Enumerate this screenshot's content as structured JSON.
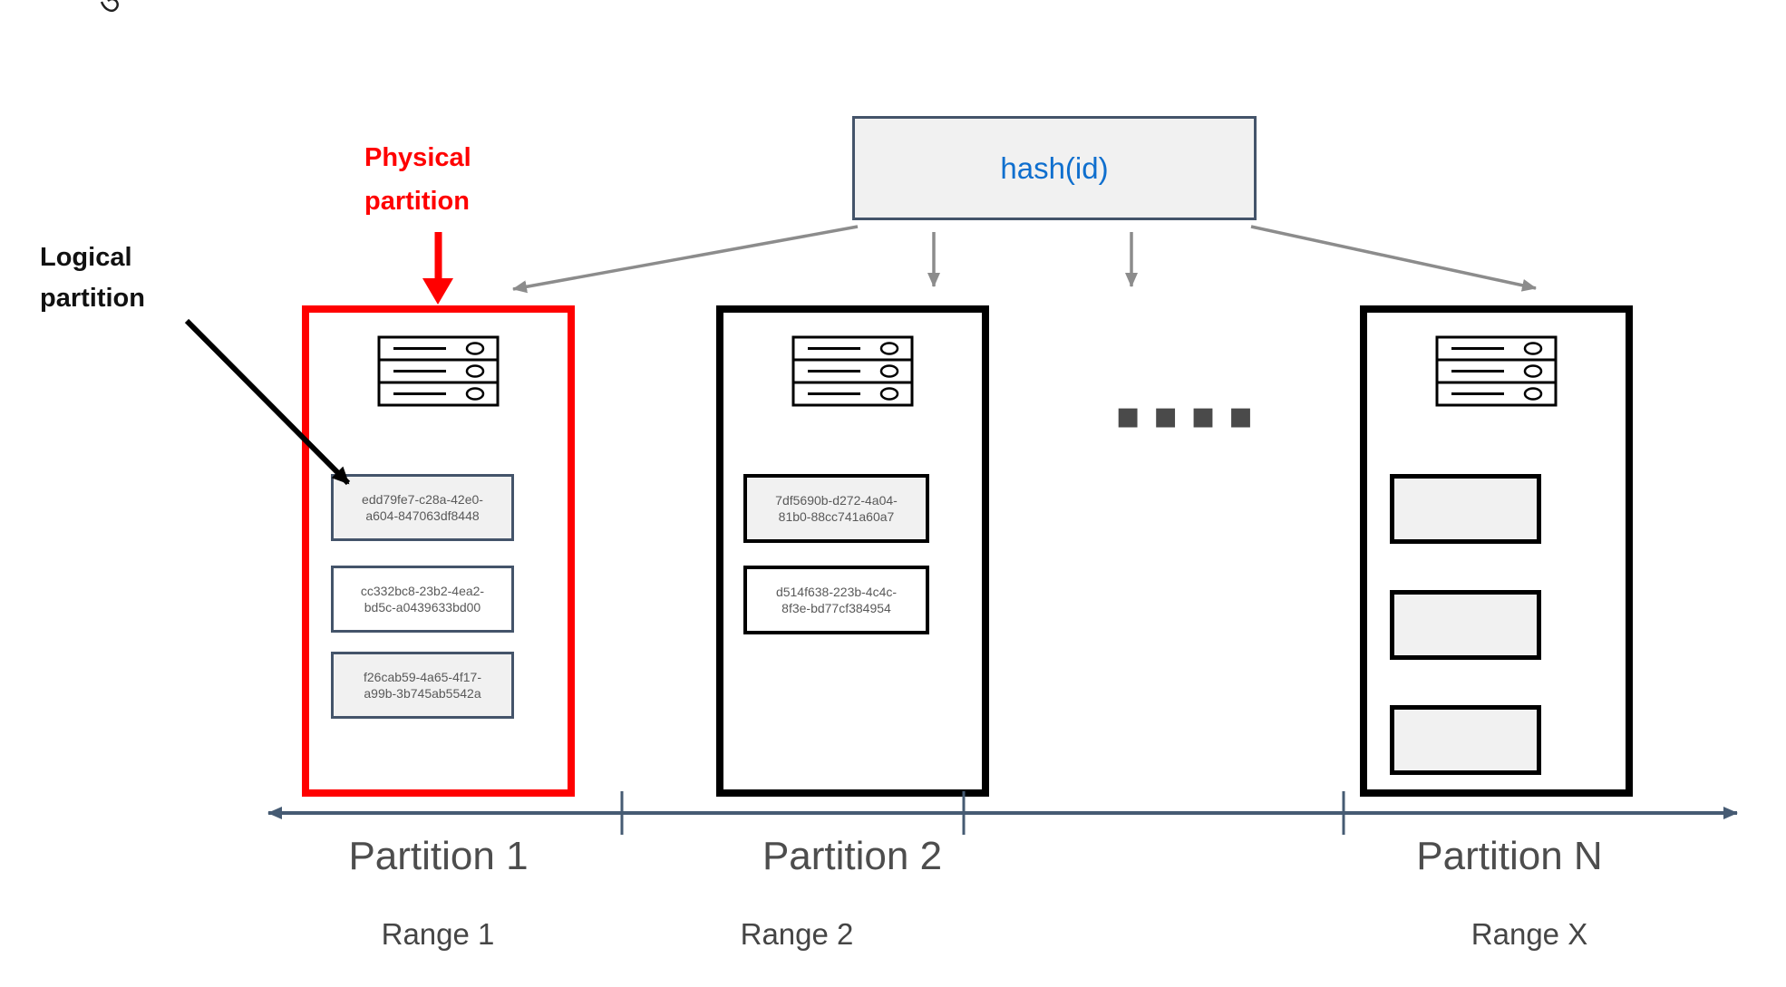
{
  "annotations": {
    "physical_partition": "Physical partition",
    "logical_partition": "Logical partition"
  },
  "hash_function": {
    "label": "hash(id)"
  },
  "ellipsis_dots": "▪▪▪▪",
  "partitions": [
    {
      "title": "Partition 1",
      "range_label": "Range 1",
      "highlighted": true,
      "records": [
        "edd79fe7-c28a-42e0-\na604-847063df8448",
        "cc332bc8-23b2-4ea2-\nbd5c-a0439633bd00",
        "f26cab59-4a65-4f17-\na99b-3b745ab5542a"
      ]
    },
    {
      "title": "Partition 2",
      "range_label": "Range 2",
      "highlighted": false,
      "records": [
        "7df5690b-d272-4a04-\n81b0-88cc741a60a7",
        "d514f638-223b-4c4c-\n8f3e-bd77cf384954"
      ]
    },
    {
      "title": "Partition N",
      "range_label": "Range X",
      "highlighted": false,
      "records": []
    }
  ],
  "colors": {
    "physical_highlight": "#ff0000",
    "hash_text": "#0f6fce",
    "record_border": "#44546a",
    "record_fill": "#f1f1f1",
    "axis": "#465b73",
    "arrow_gray": "#8c8c8c",
    "label_gray": "#4d4d4d"
  }
}
